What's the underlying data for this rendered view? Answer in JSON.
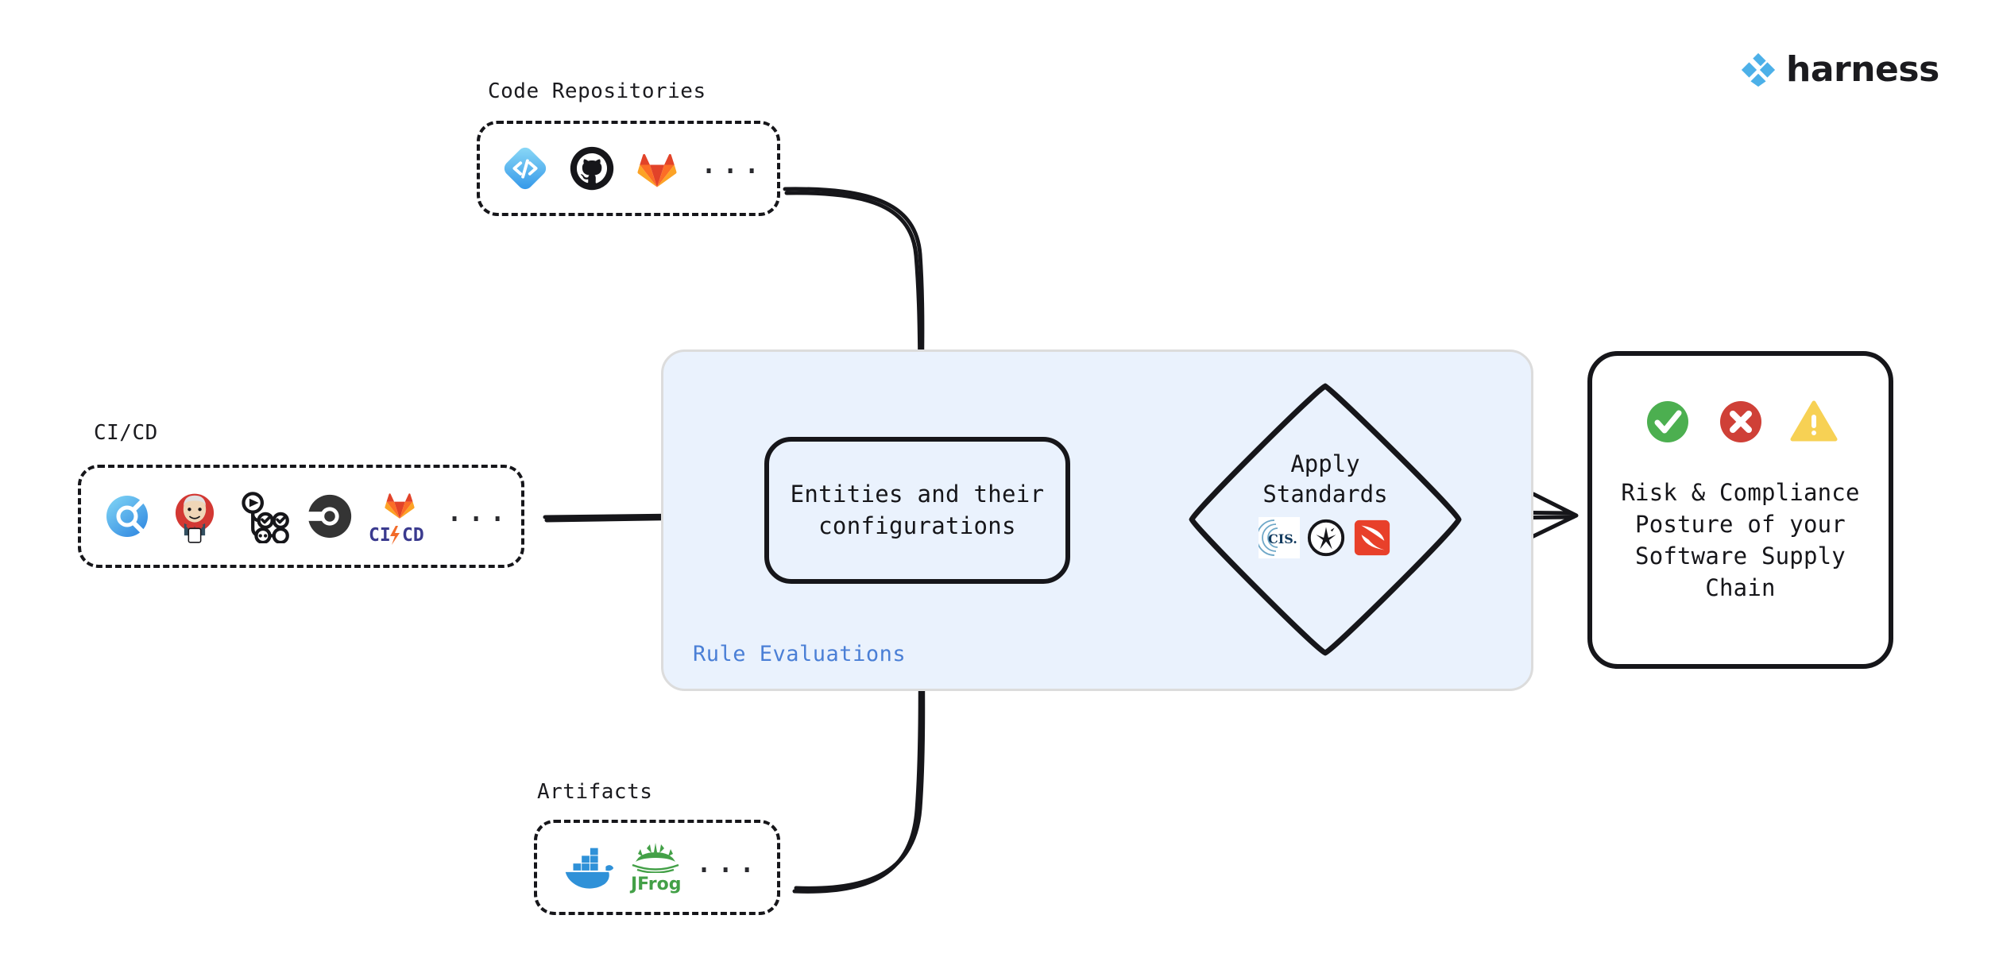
{
  "brand": {
    "name": "harness",
    "logo_color": "#4cb0e8",
    "text_color": "#1b1b1f"
  },
  "sources": [
    {
      "id": "code-repositories",
      "label": "Code Repositories",
      "more": "...",
      "icons": [
        {
          "name": "harness-code-icon",
          "label": "Harness Code"
        },
        {
          "name": "github-icon",
          "label": "GitHub"
        },
        {
          "name": "gitlab-icon",
          "label": "GitLab"
        }
      ]
    },
    {
      "id": "ci-cd",
      "label": "CI/CD",
      "more": "...",
      "icons": [
        {
          "name": "harness-ci-icon",
          "label": "Harness CI"
        },
        {
          "name": "jenkins-icon",
          "label": "Jenkins"
        },
        {
          "name": "github-actions-icon",
          "label": "GitHub Actions"
        },
        {
          "name": "circleci-icon",
          "label": "CircleCI"
        },
        {
          "name": "gitlab-cicd-icon",
          "label": "GitLab CI/CD",
          "text": "CI CD"
        }
      ]
    },
    {
      "id": "artifacts",
      "label": "Artifacts",
      "more": "...",
      "icons": [
        {
          "name": "docker-icon",
          "label": "Docker"
        },
        {
          "name": "jfrog-icon",
          "label": "JFrog",
          "text": "JFrog"
        }
      ]
    }
  ],
  "panel": {
    "caption": "Rule Evaluations",
    "caption_color": "#4a7fd6",
    "background_color": "#eaf2fd"
  },
  "entities": {
    "line1": "Entities and their",
    "line2": "configurations"
  },
  "apply_standards": {
    "line1": "Apply",
    "line2": "Standards",
    "icons": [
      {
        "name": "cis-icon",
        "label": "CIS",
        "text": "CIS."
      },
      {
        "name": "owasp-icon",
        "label": "OWASP"
      },
      {
        "name": "csa-icon",
        "label": "CSA"
      }
    ]
  },
  "outcome": {
    "statuses": [
      {
        "name": "success-check-icon",
        "label": "Pass",
        "color": "#4caf50"
      },
      {
        "name": "error-cross-icon",
        "label": "Fail",
        "color": "#cf4037"
      },
      {
        "name": "warning-triangle-icon",
        "label": "Warning",
        "color": "#f7d154"
      }
    ],
    "line1": "Risk & Compliance",
    "line2": "Posture of your",
    "line3": "Software Supply",
    "line4": "Chain"
  },
  "connectors": [
    {
      "name": "arrow-code-repos-to-entities",
      "style": "curved-down"
    },
    {
      "name": "arrow-cicd-to-entities",
      "style": "straight-right"
    },
    {
      "name": "arrow-artifacts-to-entities",
      "style": "curved-up"
    },
    {
      "name": "arrow-entities-to-standards",
      "style": "double-right"
    },
    {
      "name": "arrow-standards-to-outcome",
      "style": "double-right"
    }
  ]
}
